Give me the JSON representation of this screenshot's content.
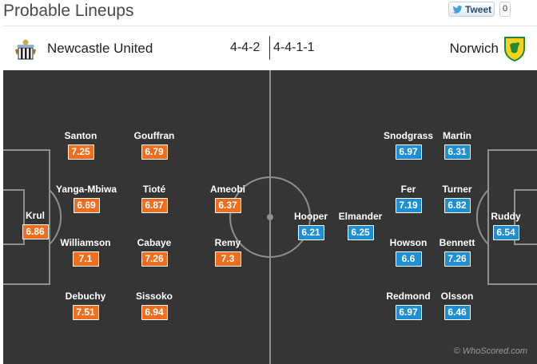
{
  "header": {
    "title": "Probable Lineups",
    "tweet_label": "Tweet",
    "tweet_count": "0"
  },
  "match": {
    "home_team": "Newcastle United",
    "home_formation": "4-4-2",
    "away_team": "Norwich",
    "away_formation": "4-4-1-1"
  },
  "colors": {
    "home_rating": "#f06e1e",
    "away_rating": "#1e8ed6",
    "pitch": "#353535"
  },
  "home_players": [
    {
      "name": "Krul",
      "rating": "6.86"
    },
    {
      "name": "Santon",
      "rating": "7.25"
    },
    {
      "name": "Yanga-Mbiwa",
      "rating": "6.69"
    },
    {
      "name": "Williamson",
      "rating": "7.1"
    },
    {
      "name": "Debuchy",
      "rating": "7.51"
    },
    {
      "name": "Gouffran",
      "rating": "6.79"
    },
    {
      "name": "Tioté",
      "rating": "6.87"
    },
    {
      "name": "Cabaye",
      "rating": "7.26"
    },
    {
      "name": "Sissoko",
      "rating": "6.94"
    },
    {
      "name": "Ameobi",
      "rating": "6.37"
    },
    {
      "name": "Remy",
      "rating": "7.3"
    }
  ],
  "away_players": [
    {
      "name": "Hooper",
      "rating": "6.21"
    },
    {
      "name": "Elmander",
      "rating": "6.25"
    },
    {
      "name": "Snodgrass",
      "rating": "6.97"
    },
    {
      "name": "Fer",
      "rating": "7.19"
    },
    {
      "name": "Howson",
      "rating": "6.6"
    },
    {
      "name": "Redmond",
      "rating": "6.97"
    },
    {
      "name": "Martin",
      "rating": "6.31"
    },
    {
      "name": "Turner",
      "rating": "6.82"
    },
    {
      "name": "Bennett",
      "rating": "7.26"
    },
    {
      "name": "Olsson",
      "rating": "6.46"
    },
    {
      "name": "Ruddy",
      "rating": "6.54"
    }
  ],
  "footer": {
    "credit": "© WhoScored.com"
  }
}
